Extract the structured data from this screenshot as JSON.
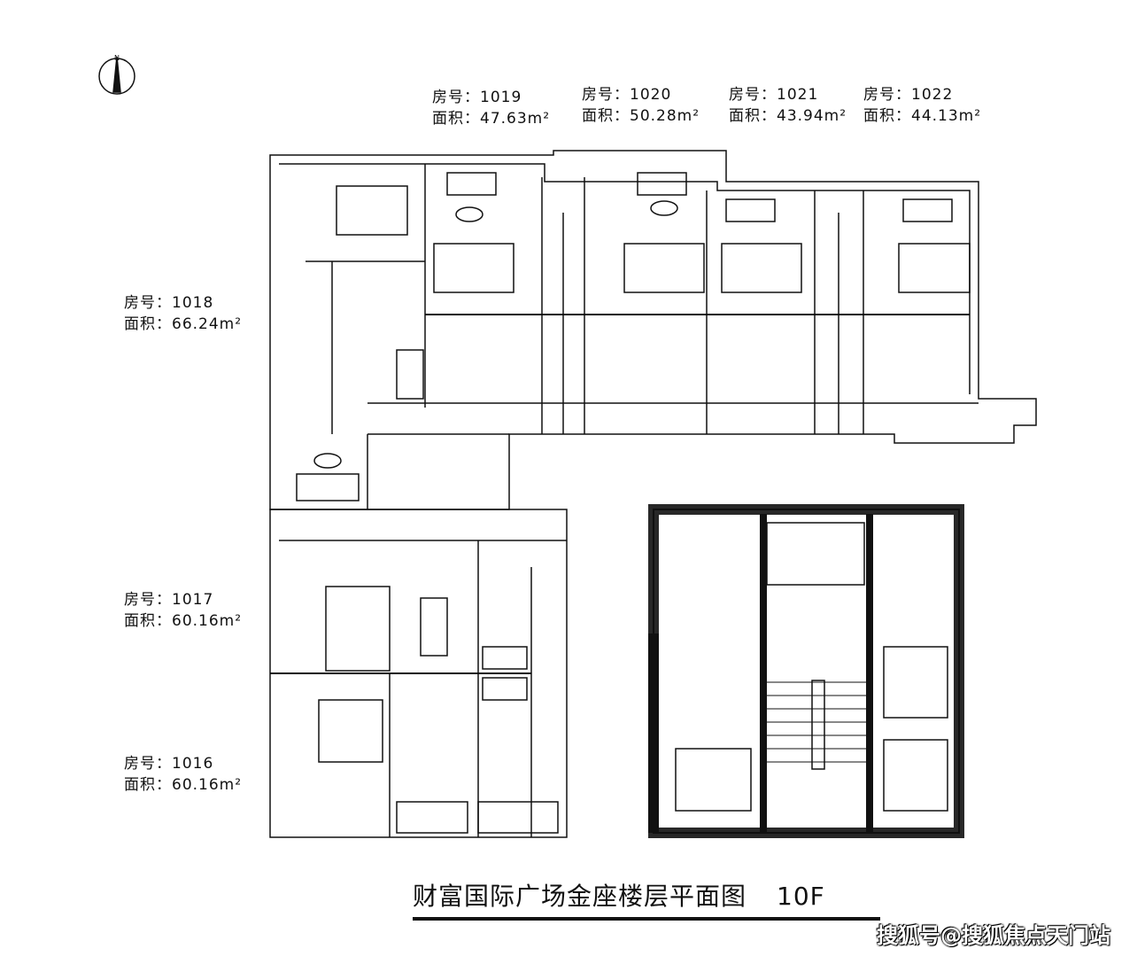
{
  "compass": {
    "north_label": "N"
  },
  "units": [
    {
      "room_label": "房号：1019",
      "area_label": "面积：47.63m²"
    },
    {
      "room_label": "房号：1020",
      "area_label": "面积：50.28m²"
    },
    {
      "room_label": "房号：1021",
      "area_label": "面积：43.94m²"
    },
    {
      "room_label": "房号：1022",
      "area_label": "面积：44.13m²"
    },
    {
      "room_label": "房号：1018",
      "area_label": "面积：66.24m²"
    },
    {
      "room_label": "房号：1017",
      "area_label": "面积：60.16m²"
    },
    {
      "room_label": "房号：1016",
      "area_label": "面积：60.16m²"
    }
  ],
  "title": {
    "text": "财富国际广场金座楼层平面图",
    "floor": "10F"
  },
  "watermark": "搜狐号@搜狐焦点天门站",
  "colors": {
    "line": "#111111",
    "background": "#ffffff"
  }
}
